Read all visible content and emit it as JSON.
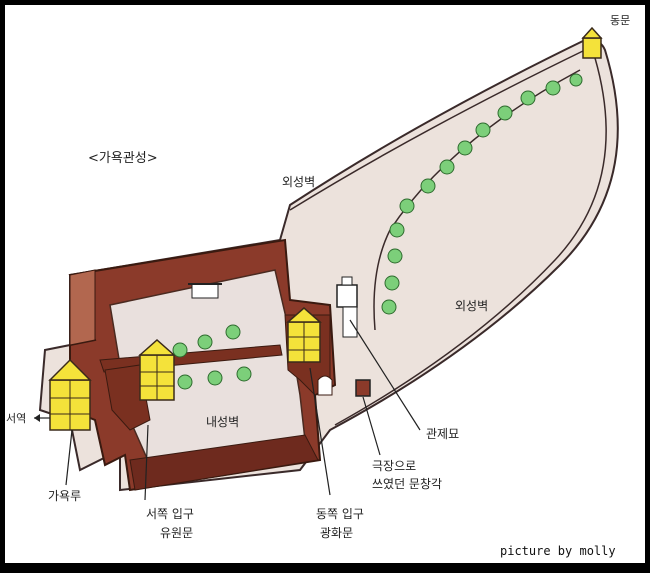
{
  "title": "<가욕관성>",
  "labels": {
    "outer_wall_top": "외성벽",
    "outer_wall_right": "외성벽",
    "east_gate": "동문",
    "west_station": "서역",
    "jiayu_tower": "가욕루",
    "inner_wall": "내성벽",
    "guandi_temple": "관제묘",
    "wenchang_line1": "극장으로",
    "wenchang_line2": "쓰였던 문창각",
    "west_gate_line1": "서쪽 입구",
    "west_gate_line2": "유원문",
    "east_gate_entry_line1": "동쪽 입구",
    "east_gate_entry_line2": "광화문"
  },
  "credit": "picture by molly",
  "colors": {
    "frame": "#000000",
    "paper": "#ffffff",
    "wall_brown": "#8b3a2a",
    "wall_dark": "#6e2a1e",
    "ground": "#e8dbd3",
    "pencil_ground": "#efe6e0",
    "tower_yellow": "#f4e23a",
    "tower_dark": "#3a2a1a",
    "tree_green": "#7ccf7a"
  }
}
